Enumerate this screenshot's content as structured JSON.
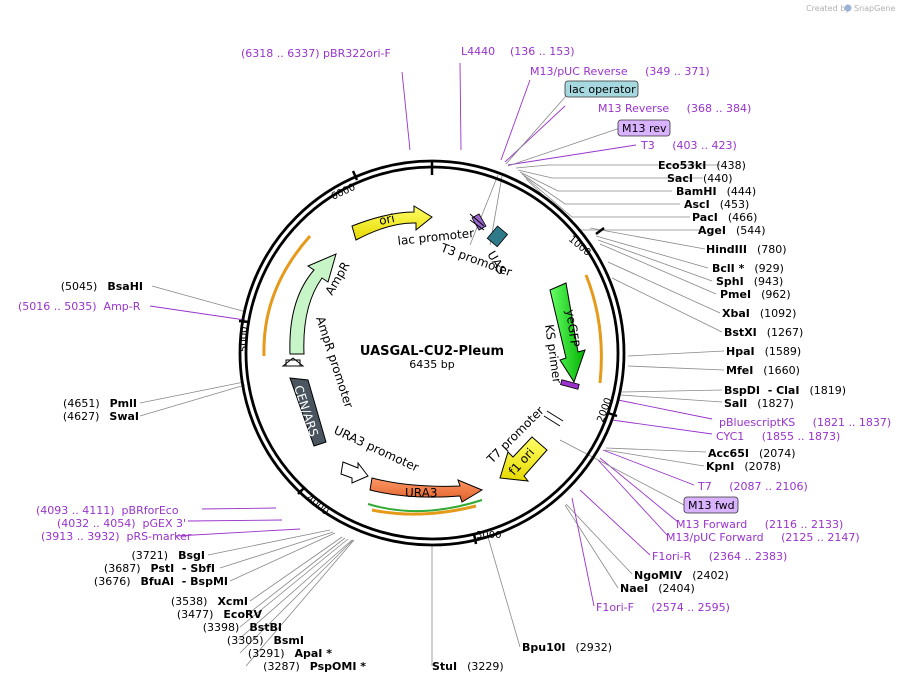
{
  "credit": {
    "prefix": "Created by",
    "brand": "SnapGene"
  },
  "plasmid": {
    "name": "UASGAL-CU2-Pleum",
    "length": "6435 bp"
  },
  "ticks": [
    "1000",
    "2000",
    "3000",
    "4000",
    "5000",
    "6000"
  ],
  "features": {
    "ori": "ori",
    "uas": "UAS",
    "yegfp": "yeGFP",
    "f1ori": "f1 ori",
    "ura3": "URA3",
    "cen": "CEN/ARS",
    "ampr": "AmpR",
    "lac_promoter": "lac promoter",
    "t3_promoter": "T3 promoter",
    "ks_primer": "KS primer",
    "t7_promoter": "T7 promoter",
    "ura3_promoter": "URA3 promoter",
    "ampr_promoter": "AmpR promoter"
  },
  "left_labels": [
    {
      "pos": "(5045)",
      "name": "BsaHI"
    },
    {
      "pos": "(4651)",
      "name": "PmlI"
    },
    {
      "pos": "(4627)",
      "name": "SwaI"
    },
    {
      "pos": "(3721)",
      "name": "BsgI"
    },
    {
      "pos": "(3687)",
      "name": "PstI  - SbfI"
    },
    {
      "pos": "(3676)",
      "name": "BfuAI  - BspMI"
    },
    {
      "pos": "(3538)",
      "name": "XcmI"
    },
    {
      "pos": "(3477)",
      "name": "EcoRV"
    },
    {
      "pos": "(3398)",
      "name": "BstBI"
    },
    {
      "pos": "(3305)",
      "name": "BsmI"
    },
    {
      "pos": "(3291)",
      "name": "ApaI *"
    },
    {
      "pos": "(3287)",
      "name": "PspOMI *"
    }
  ],
  "left_primers": [
    "(5016 .. 5035)  Amp-R",
    "(4093 .. 4111)  pBRforEco",
    "(4032 .. 4054)  pGEX 3'",
    "(3913 .. 3932)  pRS-marker"
  ],
  "top_primers": [
    "(6318 .. 6337)  pBR322ori-F",
    "L4440",
    "(136 .. 153)",
    "M13/pUC Reverse     (349 .. 371)",
    "M13 Reverse     (368 .. 384)",
    "T3     (403 .. 423)"
  ],
  "boxes": {
    "lac_operator": "lac operator",
    "m13_rev": "M13 rev",
    "m13_fwd": "M13 fwd"
  },
  "right_labels": [
    {
      "name": "Eco53kI",
      "pos": "(438)"
    },
    {
      "name": "SacI",
      "pos": "(440)"
    },
    {
      "name": "BamHI",
      "pos": "(444)"
    },
    {
      "name": "AscI",
      "pos": "(453)"
    },
    {
      "name": "PacI",
      "pos": "(466)"
    },
    {
      "name": "AgeI",
      "pos": "(544)"
    },
    {
      "name": "HindIII",
      "pos": "(780)"
    },
    {
      "name": "BclI *",
      "pos": "(929)"
    },
    {
      "name": "SphI",
      "pos": "(943)"
    },
    {
      "name": "PmeI",
      "pos": "(962)"
    },
    {
      "name": "XbaI",
      "pos": "(1092)"
    },
    {
      "name": "BstXI",
      "pos": "(1267)"
    },
    {
      "name": "HpaI",
      "pos": "(1589)"
    },
    {
      "name": "MfeI",
      "pos": "(1660)"
    },
    {
      "name": "BspDI  - ClaI",
      "pos": "(1819)"
    },
    {
      "name": "SalI",
      "pos": "(1827)"
    },
    {
      "name": "Acc65I",
      "pos": "(2074)"
    },
    {
      "name": "KpnI",
      "pos": "(2078)"
    },
    {
      "name": "NgoMIV",
      "pos": "(2402)"
    },
    {
      "name": "NaeI",
      "pos": "(2404)"
    },
    {
      "name": "Bpu10I",
      "pos": "(2932)"
    },
    {
      "name": "StuI",
      "pos": "(3229)"
    }
  ],
  "right_primers": [
    "pBluescriptKS     (1821 .. 1837)",
    "CYC1     (1855 .. 1873)",
    "T7     (2087 .. 2106)",
    "M13 Forward     (2116 .. 2133)",
    "M13/pUC Forward     (2125 .. 2147)",
    "F1ori-R     (2364 .. 2383)",
    "F1ori-F     (2574 .. 2595)"
  ]
}
